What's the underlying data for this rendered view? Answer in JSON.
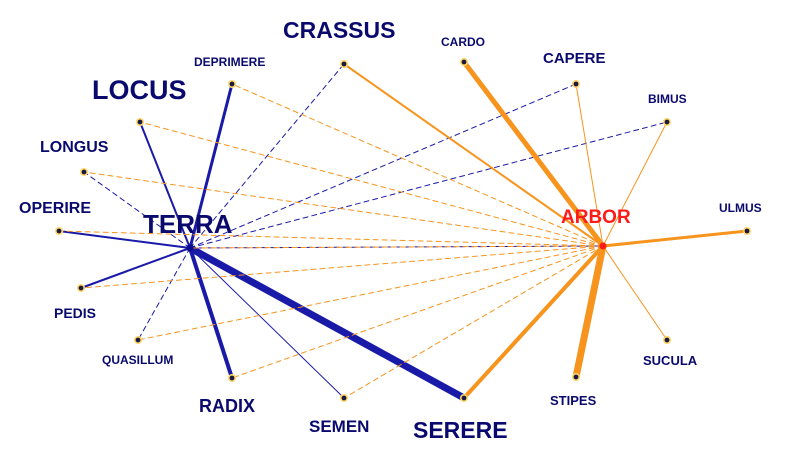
{
  "hubs": {
    "terra": {
      "label": "TERRA",
      "color": "#0a0a8c"
    },
    "arbor": {
      "label": "ARBOR",
      "color": "#ff1a1a"
    }
  },
  "colors": {
    "terra_links": "#1a1aa8",
    "arbor_links": "#f7941d",
    "node_dot": "#1a1a40",
    "label_text": "#0a0a6e"
  },
  "nodes": [
    {
      "id": "crassus",
      "label": "CRASSUS"
    },
    {
      "id": "deprimere",
      "label": "DEPRIMERE"
    },
    {
      "id": "locus",
      "label": "LOCUS"
    },
    {
      "id": "longus",
      "label": "LONGUS"
    },
    {
      "id": "operire",
      "label": "OPERIRE"
    },
    {
      "id": "pedis",
      "label": "PEDIS"
    },
    {
      "id": "quasillum",
      "label": "QUASILLUM"
    },
    {
      "id": "radix",
      "label": "RADIX"
    },
    {
      "id": "semen",
      "label": "SEMEN"
    },
    {
      "id": "serere",
      "label": "SERERE"
    },
    {
      "id": "stipes",
      "label": "STIPES"
    },
    {
      "id": "sucula",
      "label": "SUCULA"
    },
    {
      "id": "ulmus",
      "label": "ULMUS"
    },
    {
      "id": "bimus",
      "label": "BIMUS"
    },
    {
      "id": "capere",
      "label": "CAPERE"
    },
    {
      "id": "cardo",
      "label": "CARDO"
    }
  ],
  "links": [
    {
      "from": "terra",
      "to": "locus",
      "style": "solid",
      "weight": 2
    },
    {
      "from": "terra",
      "to": "deprimere",
      "style": "solid",
      "weight": 3
    },
    {
      "from": "terra",
      "to": "crassus",
      "style": "dashed",
      "weight": 1
    },
    {
      "from": "terra",
      "to": "longus",
      "style": "dashed",
      "weight": 1
    },
    {
      "from": "terra",
      "to": "operire",
      "style": "solid",
      "weight": 2
    },
    {
      "from": "terra",
      "to": "pedis",
      "style": "solid",
      "weight": 2
    },
    {
      "from": "terra",
      "to": "quasillum",
      "style": "dashed",
      "weight": 1
    },
    {
      "from": "terra",
      "to": "radix",
      "style": "solid",
      "weight": 4
    },
    {
      "from": "terra",
      "to": "semen",
      "style": "solid",
      "weight": 1
    },
    {
      "from": "terra",
      "to": "serere",
      "style": "solid",
      "weight": 7
    },
    {
      "from": "terra",
      "to": "capere",
      "style": "dashed",
      "weight": 1
    },
    {
      "from": "terra",
      "to": "bimus",
      "style": "dashed",
      "weight": 1
    },
    {
      "from": "terra",
      "to": "arbor",
      "style": "dashed",
      "weight": 1
    },
    {
      "from": "arbor",
      "to": "ulmus",
      "style": "dashed",
      "weight": 1
    },
    {
      "from": "arbor",
      "to": "cardo",
      "style": "solid",
      "weight": 5
    },
    {
      "from": "arbor",
      "to": "crassus",
      "style": "solid",
      "weight": 2
    },
    {
      "from": "arbor",
      "to": "capere",
      "style": "solid",
      "weight": 1
    },
    {
      "from": "arbor",
      "to": "bimus",
      "style": "solid",
      "weight": 1
    },
    {
      "from": "arbor",
      "to": "ulmus",
      "style": "solid",
      "weight": 3
    },
    {
      "from": "arbor",
      "to": "sucula",
      "style": "solid",
      "weight": 1
    },
    {
      "from": "arbor",
      "to": "stipes",
      "style": "solid",
      "weight": 7
    },
    {
      "from": "arbor",
      "to": "serere",
      "style": "solid",
      "weight": 4
    },
    {
      "from": "arbor",
      "to": "semen",
      "style": "dashed",
      "weight": 1
    },
    {
      "from": "arbor",
      "to": "radix",
      "style": "dashed",
      "weight": 1
    },
    {
      "from": "arbor",
      "to": "quasillum",
      "style": "dashed",
      "weight": 1
    },
    {
      "from": "arbor",
      "to": "pedis",
      "style": "dashed",
      "weight": 1
    },
    {
      "from": "arbor",
      "to": "operire",
      "style": "dashed",
      "weight": 1
    },
    {
      "from": "arbor",
      "to": "longus",
      "style": "dashed",
      "weight": 1
    },
    {
      "from": "arbor",
      "to": "locus",
      "style": "dashed",
      "weight": 1
    },
    {
      "from": "arbor",
      "to": "deprimere",
      "style": "dashed",
      "weight": 1
    },
    {
      "from": "arbor",
      "to": "terra",
      "style": "dashed",
      "weight": 1
    }
  ]
}
